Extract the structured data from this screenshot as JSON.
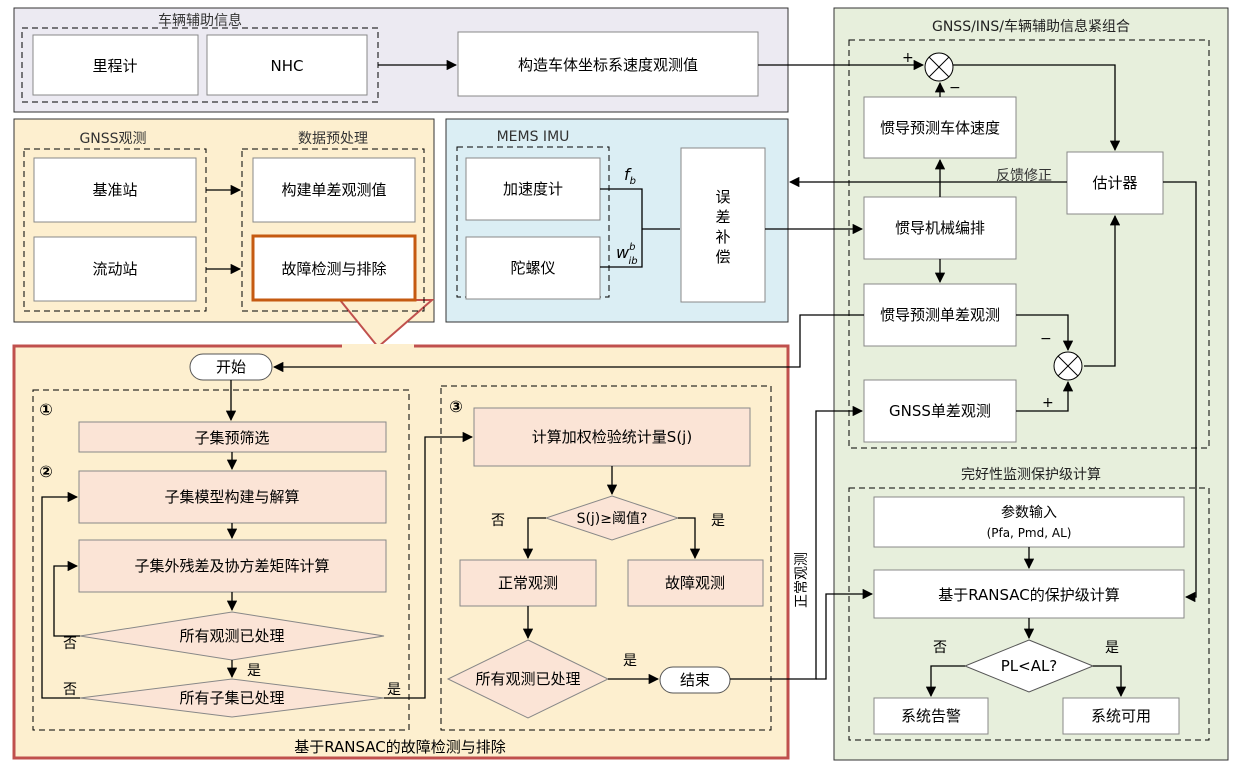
{
  "colors": {
    "top_panel_bg": "#eceaf2",
    "gnss_panel_bg": "#fdefcf",
    "imu_panel_bg": "#dbeef4",
    "right_panel_bg": "#e7efdc",
    "ransac_panel_bg": "#fdefcf",
    "ransac_border": "#c0504d",
    "step_box_fill": "#fbe4d6",
    "line": "#000000",
    "fault_highlight": "#c55a11"
  },
  "vehicle": {
    "title": "车辆辅助信息",
    "odometer": "里程计",
    "nhc": "NHC",
    "construct_velocity": "构造车体坐标系速度观测值"
  },
  "gnss_obs": {
    "title": "GNSS观测",
    "base_station": "基准站",
    "rover_station": "流动站"
  },
  "preprocess": {
    "title": "数据预处理",
    "single_diff": "构建单差观测值",
    "fault_detect": "故障检测与排除"
  },
  "imu": {
    "title": "MEMS IMU",
    "accelerometer": "加速度计",
    "gyroscope": "陀螺仪",
    "fb_main": "f",
    "fb_sub": "b",
    "w_main": "w",
    "w_sup": "b",
    "w_sub": "ib",
    "compensation": [
      "误",
      "差",
      "补",
      "偿"
    ]
  },
  "fusion": {
    "title": "GNSS/INS/车辆辅助信息紧组合",
    "ins_velocity": "惯导预测车体速度",
    "ins_mech": "惯导机械编排",
    "ins_single_diff": "惯导预测单差观测",
    "gnss_single_diff": "GNSS单差观测",
    "estimator": "估计器",
    "feedback": "反馈修正",
    "plus": "+",
    "minus": "−"
  },
  "integrity": {
    "title": "完好性监测保护级计算",
    "params_line1": "参数输入",
    "params_line2": "(Pfa, Pmd, AL)",
    "pl_calc": "基于RANSAC的保护级计算",
    "decision": "PL<AL?",
    "no": "否",
    "yes": "是",
    "alarm": "系统告警",
    "available": "系统可用"
  },
  "ransac": {
    "title": "基于RANSAC的故障检测与排除",
    "start": "开始",
    "end": "结束",
    "normal_obs_label": "正常观测",
    "step1_marker": "①",
    "step2_marker": "②",
    "step3_marker": "③",
    "subset_prescreen": "子集预筛选",
    "subset_model": "子集模型构建与解算",
    "residual_calc": "子集外残差及协方差矩阵计算",
    "all_obs_processed": "所有观测已处理",
    "all_subsets_processed": "所有子集已处理",
    "weighted_stat": "计算加权检验统计量S(j)",
    "threshold_check": "S(j)≥阈值?",
    "normal_obs": "正常观测",
    "fault_obs": "故障观测",
    "all_obs_processed_2": "所有观测已处理",
    "no": "否",
    "yes": "是"
  }
}
